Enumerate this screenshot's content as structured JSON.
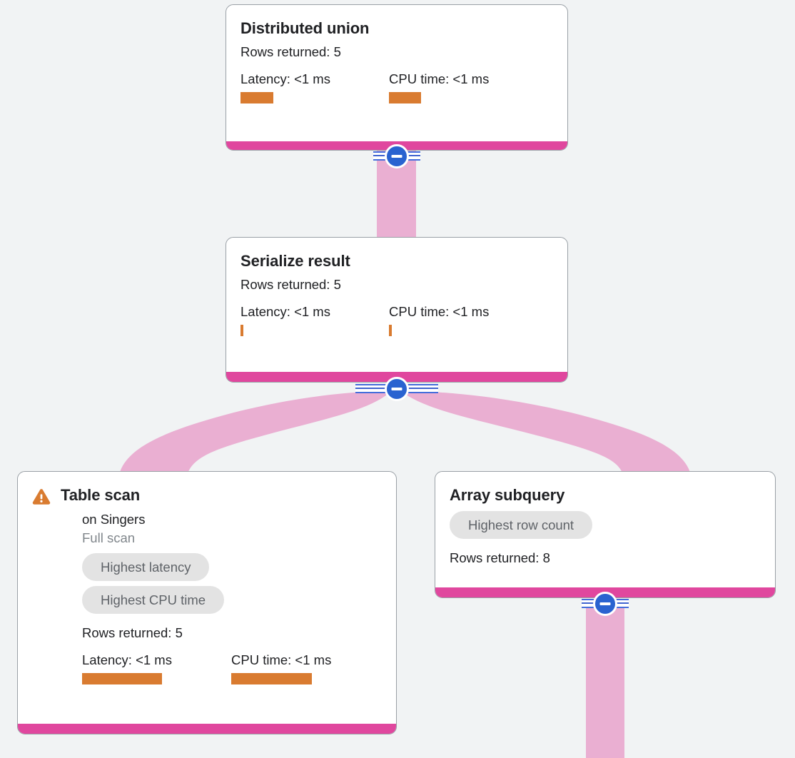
{
  "theme": {
    "page_background": "#f1f3f4",
    "card_background": "#ffffff",
    "card_border": "#9aa0a6",
    "footer_bar": "#e0479e",
    "edge_ribbon": "#eaafd2",
    "metric_bar": "#d97b30",
    "badge_background": "#e3e3e3",
    "badge_text": "#5f6368",
    "toggle_blue": "#2a63d0",
    "warning_orange": "#d97b30",
    "text_primary": "#202124",
    "text_muted": "#80868b"
  },
  "labels": {
    "rows_returned_prefix": "Rows returned:",
    "latency_prefix": "Latency:",
    "cpu_prefix": "CPU time:",
    "collapse_icon": "minus-circle-icon",
    "warning_icon": "warning-triangle-icon"
  },
  "nodes": [
    {
      "id": "distributed-union",
      "title": "Distributed union",
      "rows_returned": "Rows returned: 5",
      "latency": "Latency: <1 ms",
      "cpu_time": "CPU time: <1 ms",
      "latency_bar_width": 46,
      "cpu_bar_width": 45,
      "has_warning": false,
      "badges": [],
      "subtitle": null,
      "subtitle_muted": null
    },
    {
      "id": "serialize-result",
      "title": "Serialize result",
      "rows_returned": "Rows returned: 5",
      "latency": "Latency: <1 ms",
      "cpu_time": "CPU time: <1 ms",
      "latency_bar_width": 4,
      "cpu_bar_width": 4,
      "has_warning": false,
      "badges": [],
      "subtitle": null,
      "subtitle_muted": null
    },
    {
      "id": "table-scan",
      "title": "Table scan",
      "subtitle": "on Singers",
      "subtitle_muted": "Full scan",
      "rows_returned": "Rows returned: 5",
      "latency": "Latency: <1 ms",
      "cpu_time": "CPU time: <1 ms",
      "latency_bar_width": 112,
      "cpu_bar_width": 113,
      "has_warning": true,
      "badges": [
        "Highest latency",
        "Highest CPU time"
      ]
    },
    {
      "id": "array-subquery",
      "title": "Array subquery",
      "rows_returned": "Rows returned: 8",
      "latency": null,
      "cpu_time": null,
      "has_warning": false,
      "badges": [
        "Highest row count"
      ],
      "subtitle": null,
      "subtitle_muted": null
    }
  ]
}
